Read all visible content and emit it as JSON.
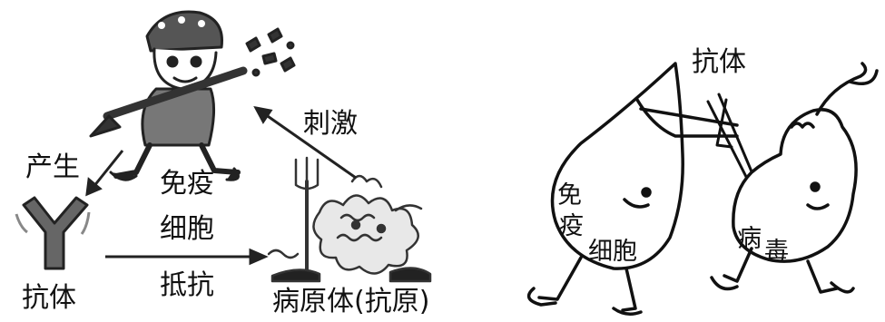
{
  "left_diagram": {
    "produce_label": "产生",
    "antibody_label": "抗体",
    "stimulate_label": "刺激",
    "immune_cell_lines": [
      "免疫",
      "细胞",
      "抵抗"
    ],
    "pathogen_label": "病原体(抗原)"
  },
  "right_cartoon": {
    "antibody_label": "抗体",
    "immune_cell_chars": [
      "免",
      "疫",
      "细胞"
    ],
    "virus_label_chars": [
      "病",
      "毒"
    ]
  }
}
